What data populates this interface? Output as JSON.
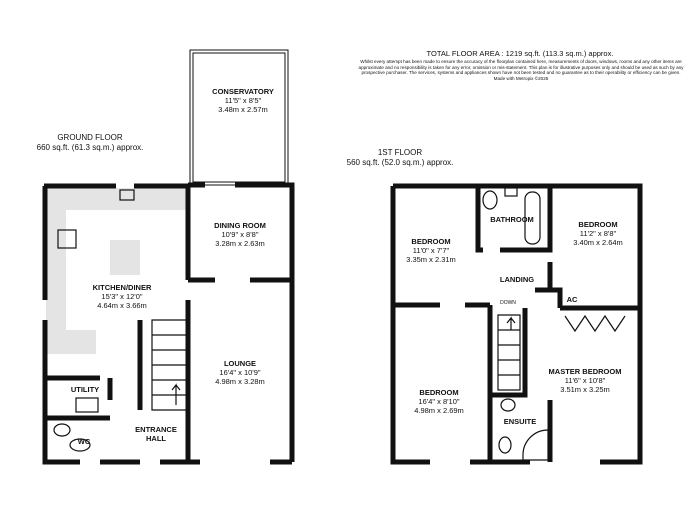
{
  "header": {
    "total_area": "TOTAL FLOOR AREA : 1219 sq.ft. (113.3 sq.m.) approx.",
    "disclaimer": "Whilst every attempt has been made to ensure the accuracy of the floorplan contained here, measurements of doors, windows, rooms and any other items are approximate and no responsibility is taken for any error, omission or mis-statement. This plan is for illustrative purposes only and should be used as such by any prospective purchaser. The services, systems and appliances shown have not been tested and no guarantee as to their operability or efficiency can be given.",
    "credit": "Made with Metropix ©2025"
  },
  "ground_floor": {
    "title": "GROUND FLOOR",
    "area": "660 sq.ft. (61.3 sq.m.) approx.",
    "rooms": [
      {
        "name": "CONSERVATORY",
        "imperial": "11'5\" x 8'5\"",
        "metric": "3.48m x 2.57m"
      },
      {
        "name": "DINING ROOM",
        "imperial": "10'9\" x 8'8\"",
        "metric": "3.28m x 2.63m"
      },
      {
        "name": "KITCHEN/DINER",
        "imperial": "15'3\" x 12'0\"",
        "metric": "4.64m x 3.66m"
      },
      {
        "name": "LOUNGE",
        "imperial": "16'4\" x 10'9\"",
        "metric": "4.98m x 3.28m"
      },
      {
        "name": "UTILITY"
      },
      {
        "name": "WC"
      },
      {
        "name": "ENTRANCE",
        "name2": "HALL"
      }
    ]
  },
  "first_floor": {
    "title": "1ST FLOOR",
    "area": "560 sq.ft. (52.0 sq.m.) approx.",
    "rooms": [
      {
        "name": "BEDROOM",
        "imperial": "11'0\" x 7'7\"",
        "metric": "3.35m x 2.31m"
      },
      {
        "name": "BATHROOM"
      },
      {
        "name": "BEDROOM",
        "imperial": "11'2\" x 8'8\"",
        "metric": "3.40m x 2.64m"
      },
      {
        "name": "LANDING"
      },
      {
        "name": "AC"
      },
      {
        "name": "DOWN"
      },
      {
        "name": "BEDROOM",
        "imperial": "16'4\" x 8'10\"",
        "metric": "4.98m x 2.69m"
      },
      {
        "name": "MASTER BEDROOM",
        "imperial": "11'6\" x 10'8\"",
        "metric": "3.51m x 3.25m"
      },
      {
        "name": "ENSUITE"
      }
    ]
  }
}
